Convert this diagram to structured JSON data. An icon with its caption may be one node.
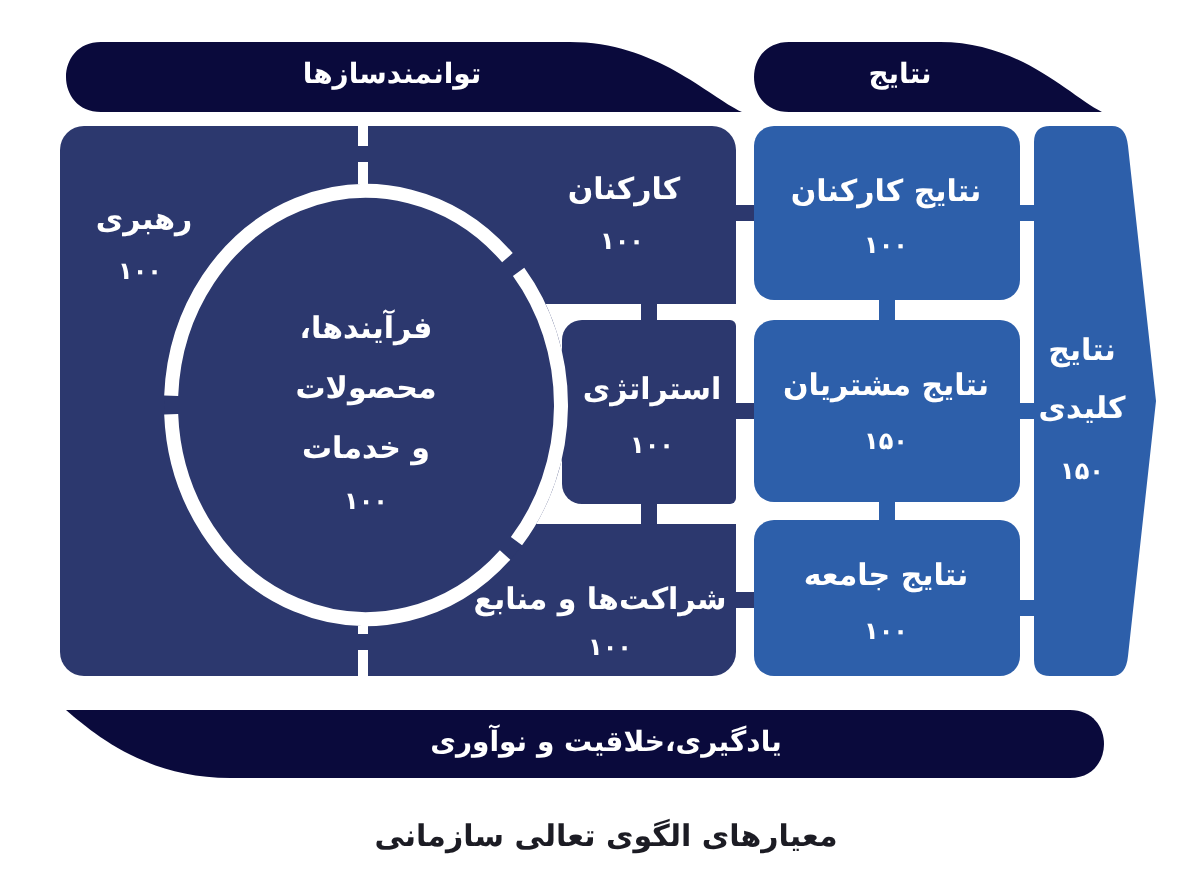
{
  "diagram": {
    "caption": "معیارهای الگوی تعالی سازمانی",
    "nodes": [
      {
        "text": [
          "توانمندسازها"
        ]
      },
      {
        "text": [
          "نتایج"
        ]
      },
      {
        "text": [
          "رهبری",
          "۱۰۰"
        ]
      },
      {
        "text": [
          "فرآیندها، محصولات و خدمات",
          "۱۰۰"
        ]
      },
      {
        "text": [
          "کارکنان",
          "۱۰۰"
        ]
      },
      {
        "text": [
          "استراتژی",
          "۱۰۰"
        ]
      },
      {
        "text": [
          "شراکت‌ها و منابع",
          "۱۰۰"
        ]
      },
      {
        "text": [
          "نتایج کارکنان",
          "۱۰۰"
        ]
      },
      {
        "text": [
          "نتایج مشتریان",
          "۱۵۰"
        ]
      },
      {
        "text": [
          "نتایج جامعه",
          "۱۰۰"
        ]
      },
      {
        "text": [
          "نتایج کلیدی",
          "۱۵۰"
        ]
      },
      {
        "text": [
          "یادگیری،خلاقیت و نوآوری"
        ]
      }
    ],
    "edges": [
      {
        "from": 2,
        "to": 4,
        "arrow": "none"
      },
      {
        "from": 2,
        "to": 6,
        "arrow": "none"
      },
      {
        "from": 4,
        "to": 5,
        "arrow": "none"
      },
      {
        "from": 5,
        "to": 6,
        "arrow": "none"
      },
      {
        "from": 4,
        "to": 7,
        "arrow": "none"
      },
      {
        "from": 5,
        "to": 8,
        "arrow": "none"
      },
      {
        "from": 6,
        "to": 9,
        "arrow": "none"
      },
      {
        "from": 7,
        "to": 8,
        "arrow": "none",
        "color": "#2d5faa"
      },
      {
        "from": 8,
        "to": 9,
        "arrow": "none",
        "color": "#2d5faa"
      },
      {
        "from": 7,
        "to": 10,
        "arrow": "none",
        "color": "#2d5faa"
      },
      {
        "from": 8,
        "to": 10,
        "arrow": "none",
        "color": "#2d5faa"
      },
      {
        "from": 9,
        "to": 10,
        "arrow": "none",
        "color": "#2d5faa"
      }
    ]
  }
}
